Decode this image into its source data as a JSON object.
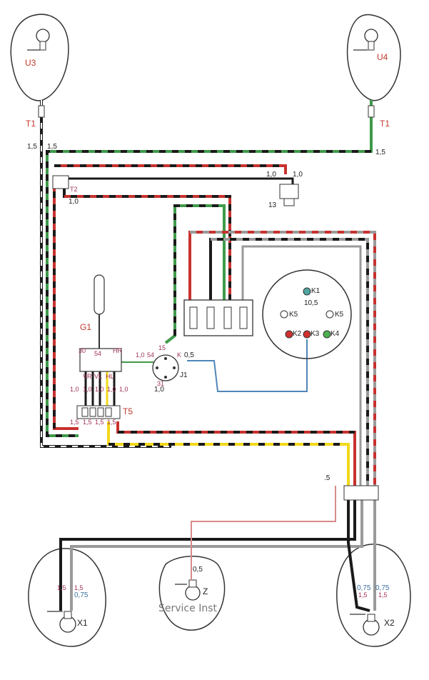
{
  "components": {
    "u3": "U3",
    "u4": "U4",
    "t1_left": "T1",
    "t1_right": "T1",
    "t2": "T2",
    "g1": "G1",
    "j1": "J1",
    "t5": "T5",
    "k1": "K1",
    "k2": "K2",
    "k3": "K3",
    "k4": "K4",
    "k5_left": "K5",
    "k5_right": "K5",
    "x1": "X1",
    "x2": "X2",
    "z": "Z",
    "i3": "13"
  },
  "service_label": "Service Inst",
  "switch_terminals": [
    "30",
    "54",
    "HR",
    "VR",
    "VL",
    "HL"
  ],
  "j1_terminals": [
    "15",
    "54",
    "K",
    "31"
  ],
  "wire_gauges": {
    "top_left_1": "1,5",
    "top_left_2": "1,5",
    "top_right": "1,5",
    "t2_gauge": "1,0",
    "sensor_left": "1,0",
    "sensor_right": "1,0",
    "switch_1": "1,0",
    "switch_2": "1,0",
    "switch_3": "1,0",
    "switch_4": "1,0",
    "switch_5": "1,0",
    "t5_1": "1,5",
    "t5_2": "1,5",
    "t5_3": "1,5",
    "t5_4": "1,5",
    "j1_in": "1,0",
    "j1_k": "0,5",
    "j1_ground": "1,0",
    "k1_gauge": "10,5",
    "right_split": ".5",
    "x1_red": "1,5",
    "x1_red2": "1,5",
    "x1_blue": "0,75",
    "x2_blue1": "0,75",
    "x2_blue2": "0,75",
    "x2_red1": "1,5",
    "x2_red2": "1,5",
    "z_gauge": "0,5"
  },
  "colors": {
    "black": "#1a1a1a",
    "red": "#c8312e",
    "green": "#3f9a4a",
    "yellow": "#f2d81b",
    "grey": "#9a9a9a",
    "blue": "#4f86b8",
    "pink": "#d98a8a",
    "lamp_outline": "#333333"
  }
}
